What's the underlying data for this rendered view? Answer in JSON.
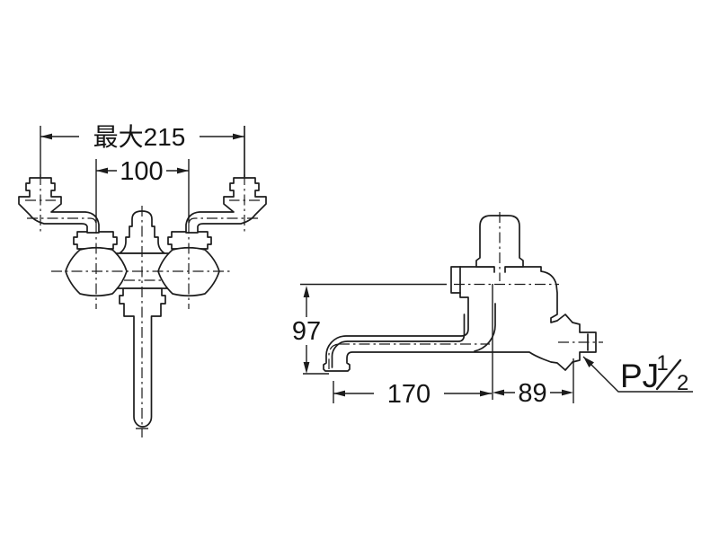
{
  "drawing": {
    "background": "#ffffff",
    "line_color": "#1c1c1c",
    "front_view": {
      "dim_max_width_label": "最大215",
      "dim_handle_spacing_label": "100"
    },
    "side_view": {
      "dim_height_label": "97",
      "dim_spout_reach_label": "170",
      "dim_wall_offset_label": "89",
      "connection_label": {
        "prefix": "PJ",
        "numerator": "1",
        "denominator": "2"
      }
    }
  }
}
